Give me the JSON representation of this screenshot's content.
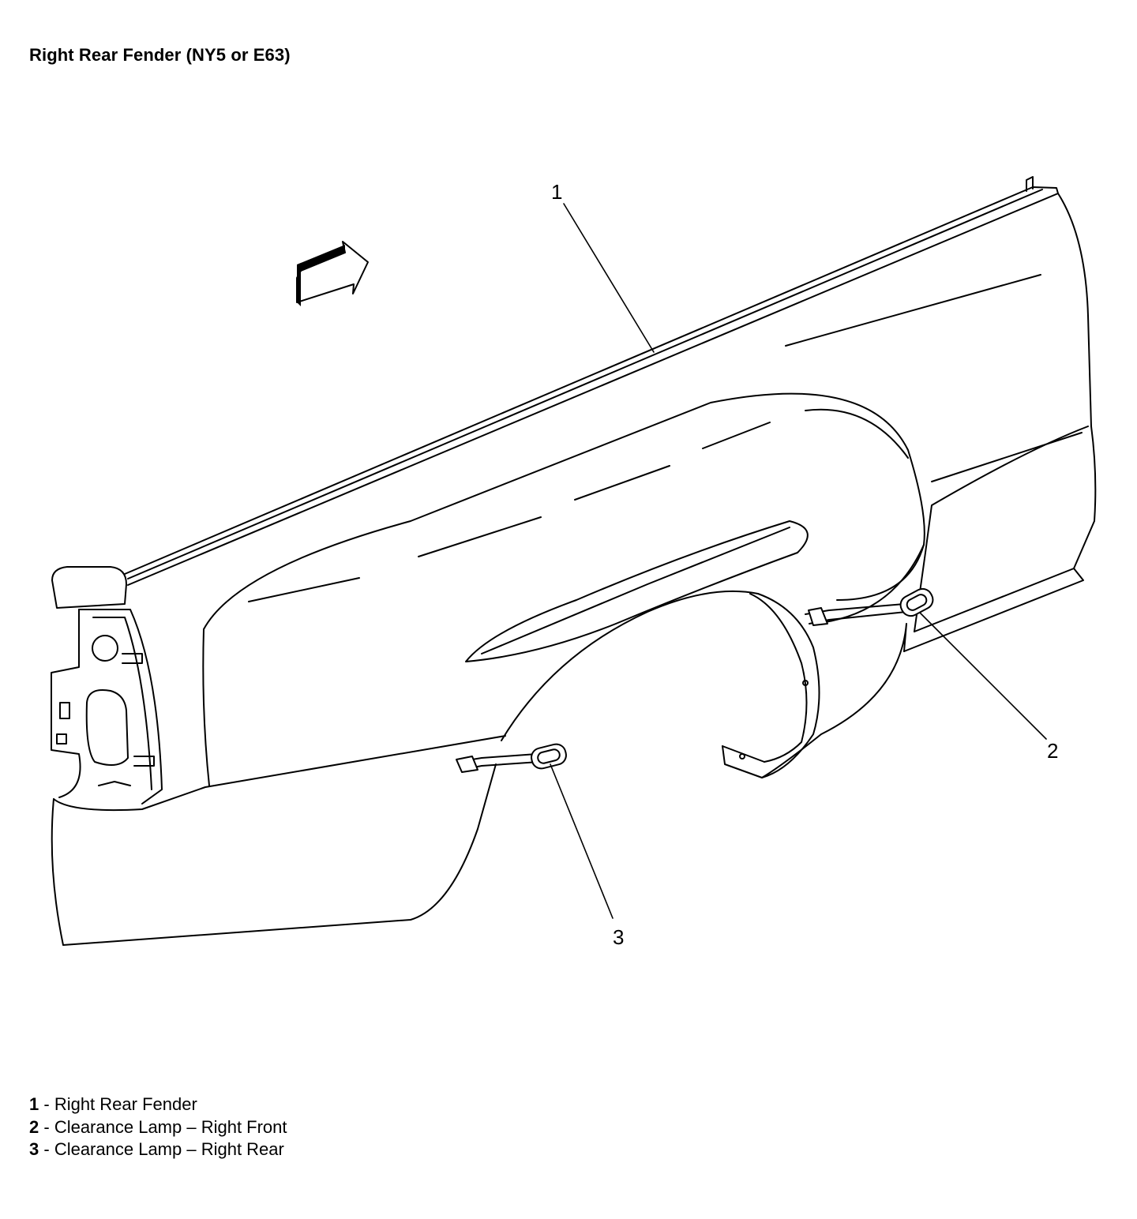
{
  "title": "Right Rear Fender (NY5 or E63)",
  "callouts": [
    "1",
    "2",
    "3"
  ],
  "legend": [
    {
      "num": "1",
      "sep": " - ",
      "text": "Right Rear Fender"
    },
    {
      "num": "2",
      "sep": " - ",
      "text": "Clearance Lamp – Right Front"
    },
    {
      "num": "3",
      "sep": " - ",
      "text": "Clearance Lamp – Right Rear"
    }
  ]
}
